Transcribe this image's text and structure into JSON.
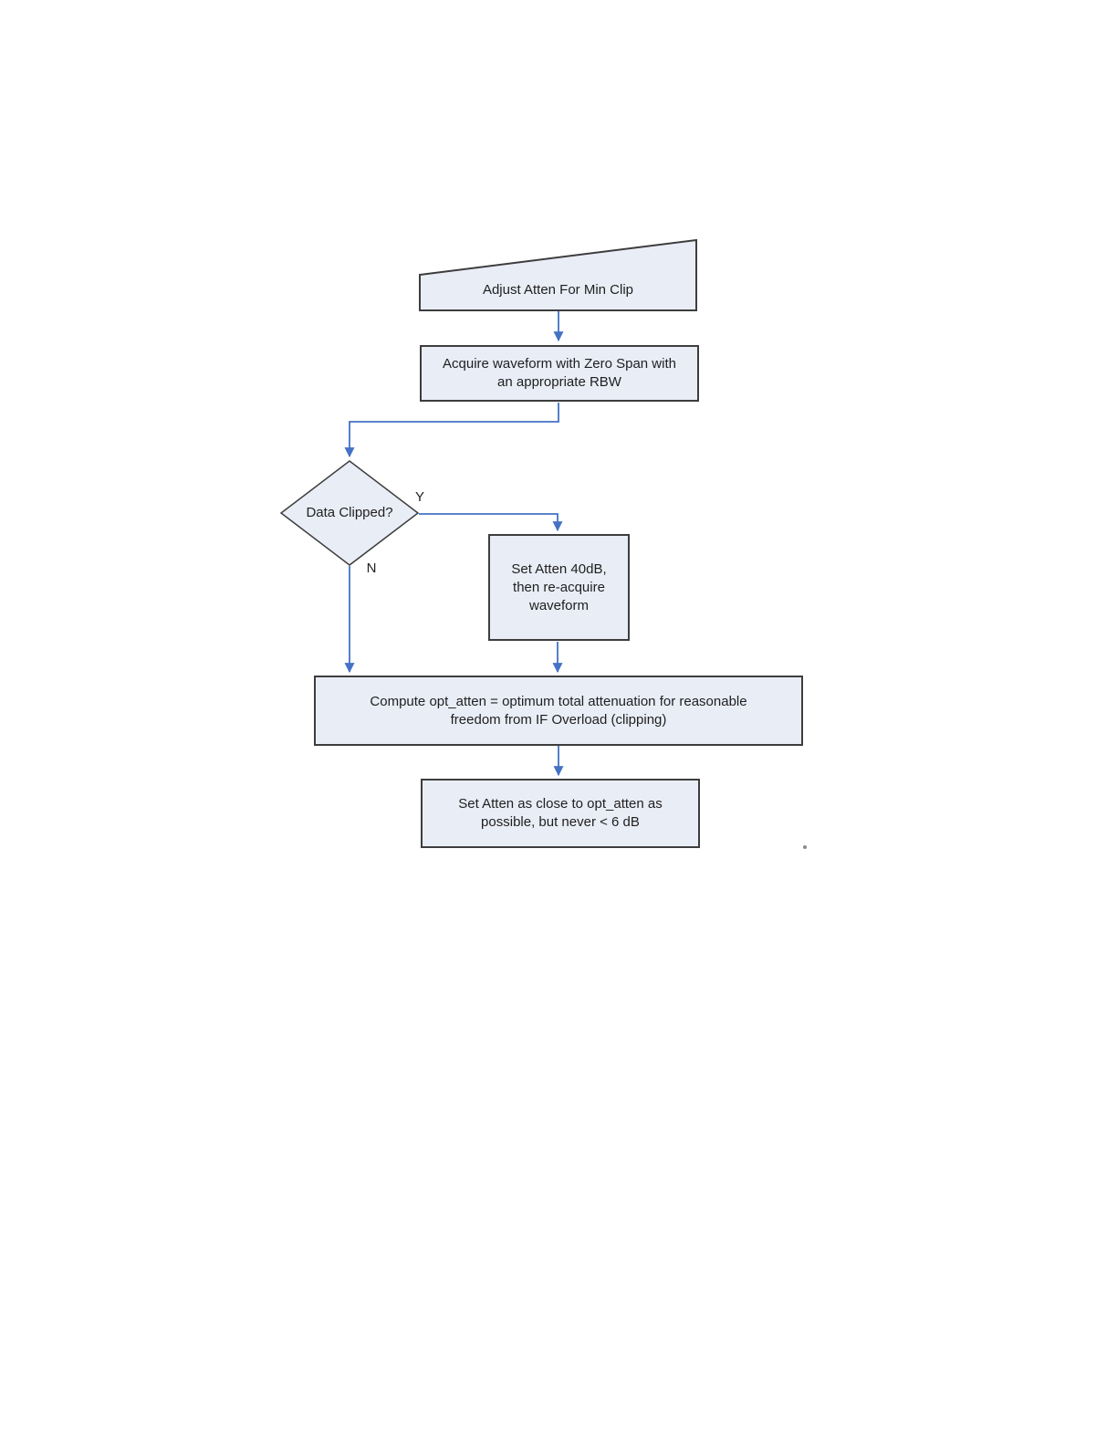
{
  "colors": {
    "node_fill": "#e9edf6",
    "node_border": "#3d3d3d",
    "connector": "#4472c4",
    "text": "#1f1f1f",
    "page_background": "#ffffff",
    "dot": "#8a8a8a"
  },
  "nodes": {
    "adjust_atten": {
      "label": "Adjust Atten For Min Clip"
    },
    "acquire_waveform": {
      "label": "Acquire waveform with Zero Span with\nan appropriate RBW"
    },
    "data_clipped": {
      "label": "Data Clipped?"
    },
    "branch_yes": "Y",
    "branch_no": "N",
    "set_atten_40": {
      "label": "Set Atten 40dB,\nthen re-acquire\nwaveform"
    },
    "compute_opt_atten": {
      "label": "Compute opt_atten = optimum total attenuation for reasonable\nfreedom from IF Overload (clipping)"
    },
    "set_atten_final": {
      "label": "Set Atten as close to opt_atten as\npossible, but never < 6 dB"
    }
  }
}
